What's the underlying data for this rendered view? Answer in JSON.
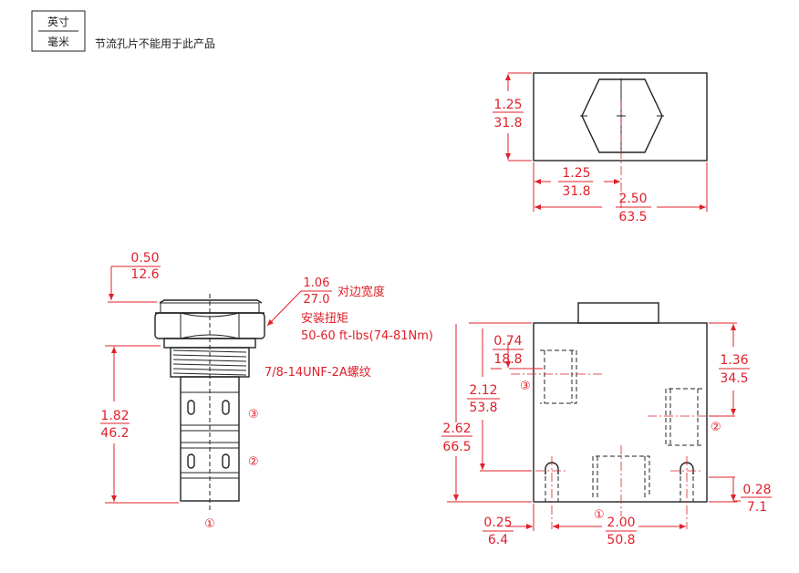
{
  "legend": {
    "unit_top": "英寸",
    "unit_bottom": "毫米"
  },
  "note": "节流孔片不能用于此产品",
  "top_view": {
    "height_in": "1.25",
    "height_mm": "31.8",
    "offset_in": "1.25",
    "offset_mm": "31.8",
    "width_in": "2.50",
    "width_mm": "63.5"
  },
  "cartridge": {
    "top_in": "0.50",
    "top_mm": "12.6",
    "hex_in": "1.06",
    "hex_mm": "27.0",
    "hex_label": "对边宽度",
    "torque_label": "安装扭矩",
    "torque_value": "50-60 ft-lbs(74-81Nm)",
    "thread": "7/8-14UNF-2A螺纹",
    "length_in": "1.82",
    "length_mm": "46.2",
    "port3": "③",
    "port2": "②",
    "port1": "①"
  },
  "body": {
    "p3_in": "0.74",
    "p3_mm": "18.8",
    "cav_in": "2.12",
    "cav_mm": "53.8",
    "height_in": "2.62",
    "height_mm": "66.5",
    "p2_in": "1.36",
    "p2_mm": "34.5",
    "hole_in": "0.28",
    "hole_mm": "7.1",
    "left_in": "0.25",
    "left_mm": "6.4",
    "span_in": "2.00",
    "span_mm": "50.8",
    "port3": "③",
    "port2": "②",
    "port1": "①"
  }
}
